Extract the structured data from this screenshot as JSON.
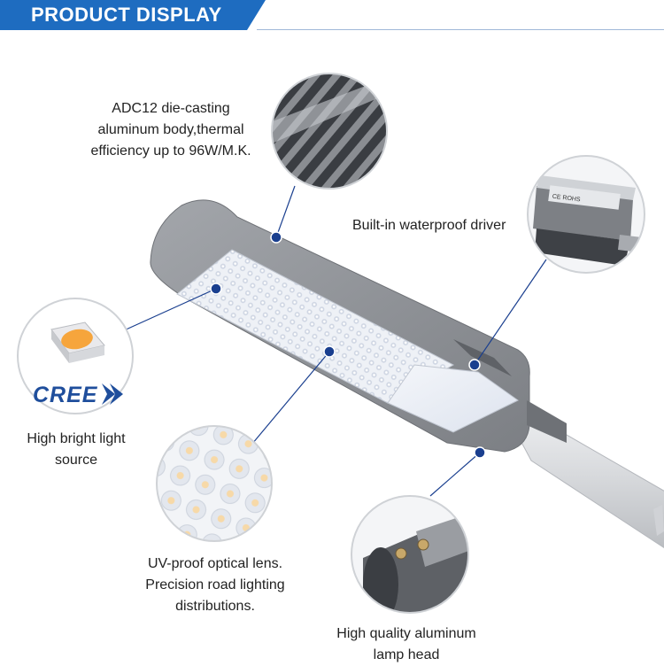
{
  "header": {
    "title": "PRODUCT DISPLAY"
  },
  "features": {
    "body": {
      "lines": [
        "ADC12 die-casting",
        "aluminum body,thermal",
        "efficiency up to 96W/M.K."
      ]
    },
    "driver": {
      "text": "Built-in waterproof driver",
      "label_text": "CE ROHS"
    },
    "light_source": {
      "lines": [
        "High bright light",
        "source"
      ],
      "brand": "CREE"
    },
    "lens": {
      "lines": [
        "UV-proof optical lens.",
        "Precision road lighting",
        "distributions."
      ]
    },
    "lamp_head": {
      "lines": [
        "High quality aluminum",
        "lamp head"
      ]
    }
  },
  "colors": {
    "accent": "#1e6cc0",
    "marker": "#1a3f8f",
    "housing": "#8e9196",
    "cree_blue": "#1f4e9c",
    "led_chip": "#f6a53c"
  }
}
